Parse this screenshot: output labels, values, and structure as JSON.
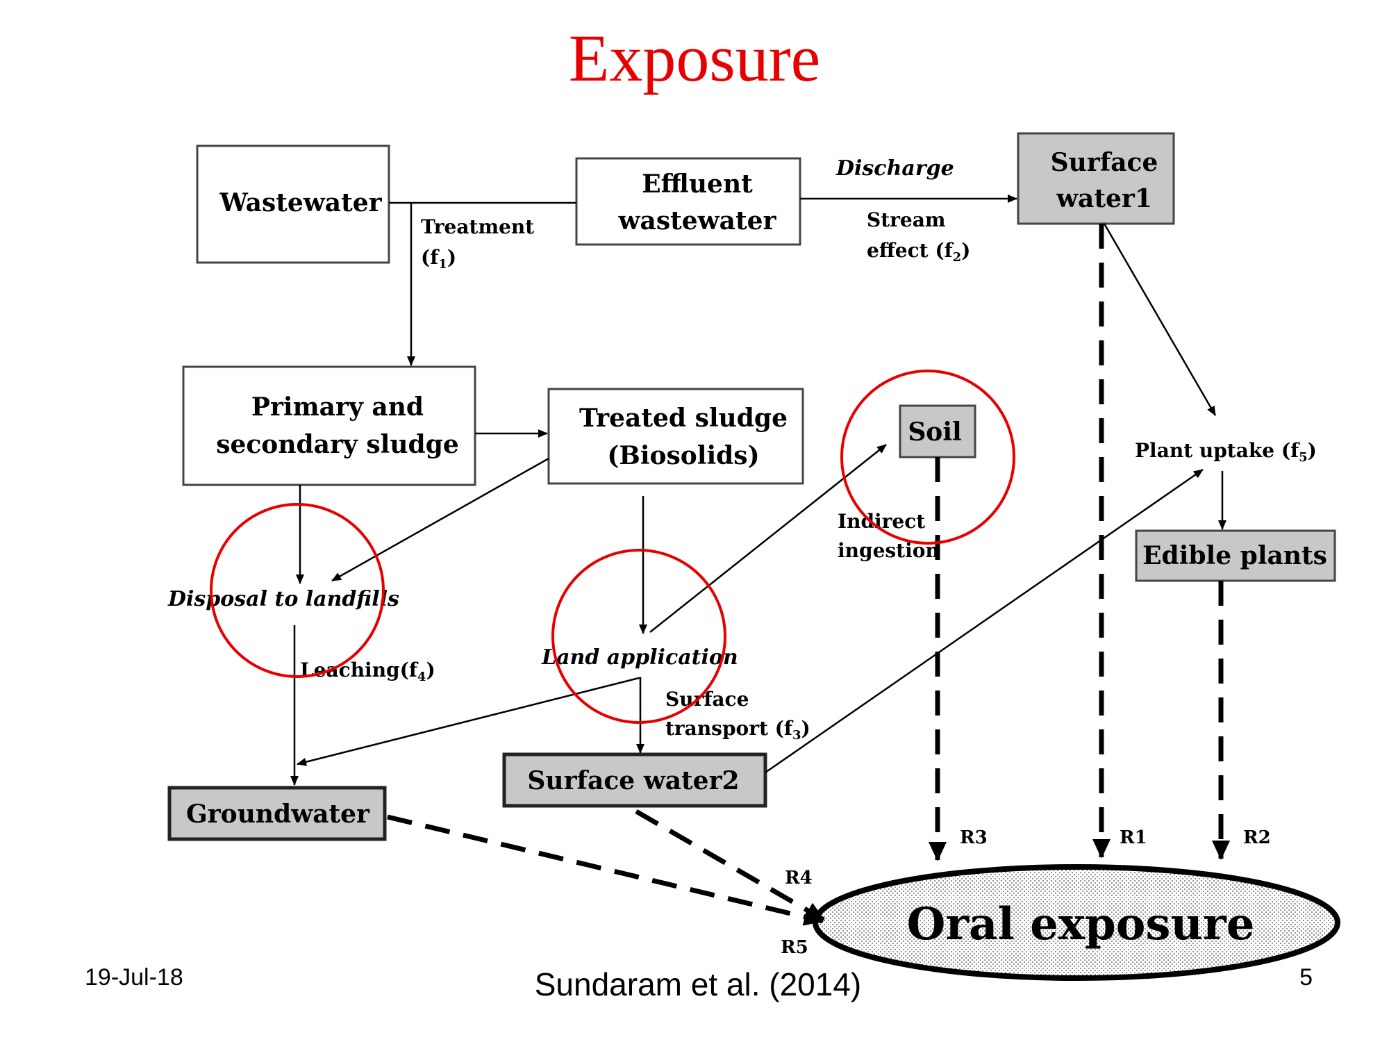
{
  "title": "Exposure",
  "nodes": {
    "wastewater": "Wastewater",
    "effluent_line1": "Effluent",
    "effluent_line2": "wastewater",
    "surface_water1_line1": "Surface",
    "surface_water1_line2": "water1",
    "sludge_line1": "Primary and",
    "sludge_line2": "secondary sludge",
    "treated_line1": "Treated sludge",
    "treated_line2": "(Biosolids)",
    "soil": "Soil",
    "edible_plants": "Edible plants",
    "groundwater": "Groundwater",
    "surface_water2": "Surface water2",
    "oral_exposure": "Oral exposure"
  },
  "edge_labels": {
    "discharge": "Discharge",
    "treatment": "Treatment",
    "treatment_factor": "(f",
    "treatment_factor_sub": "1",
    "stream_line1": "Stream",
    "stream_line2": "effect (f",
    "stream_sub": "2",
    "plant_uptake": "Plant uptake (f",
    "plant_uptake_sub": "5",
    "indirect_line1": "Indirect",
    "indirect_line2": "ingestion",
    "disposal": "Disposal to landfills",
    "leaching": "Leaching(f",
    "leaching_sub": "4",
    "land_application": "Land application",
    "surface_transport_line1": "Surface",
    "surface_transport_line2": "transport (f",
    "surface_transport_sub": "3",
    "close_paren": ")"
  },
  "routes": {
    "r1": "R1",
    "r2": "R2",
    "r3": "R3",
    "r4": "R4",
    "r5": "R5"
  },
  "highlight_color": "#e60000",
  "node_fill_gray": "#c8c8c8",
  "footer": {
    "date": "19-Jul-18",
    "citation": "Sundaram et al. (2014)",
    "page": "5"
  }
}
